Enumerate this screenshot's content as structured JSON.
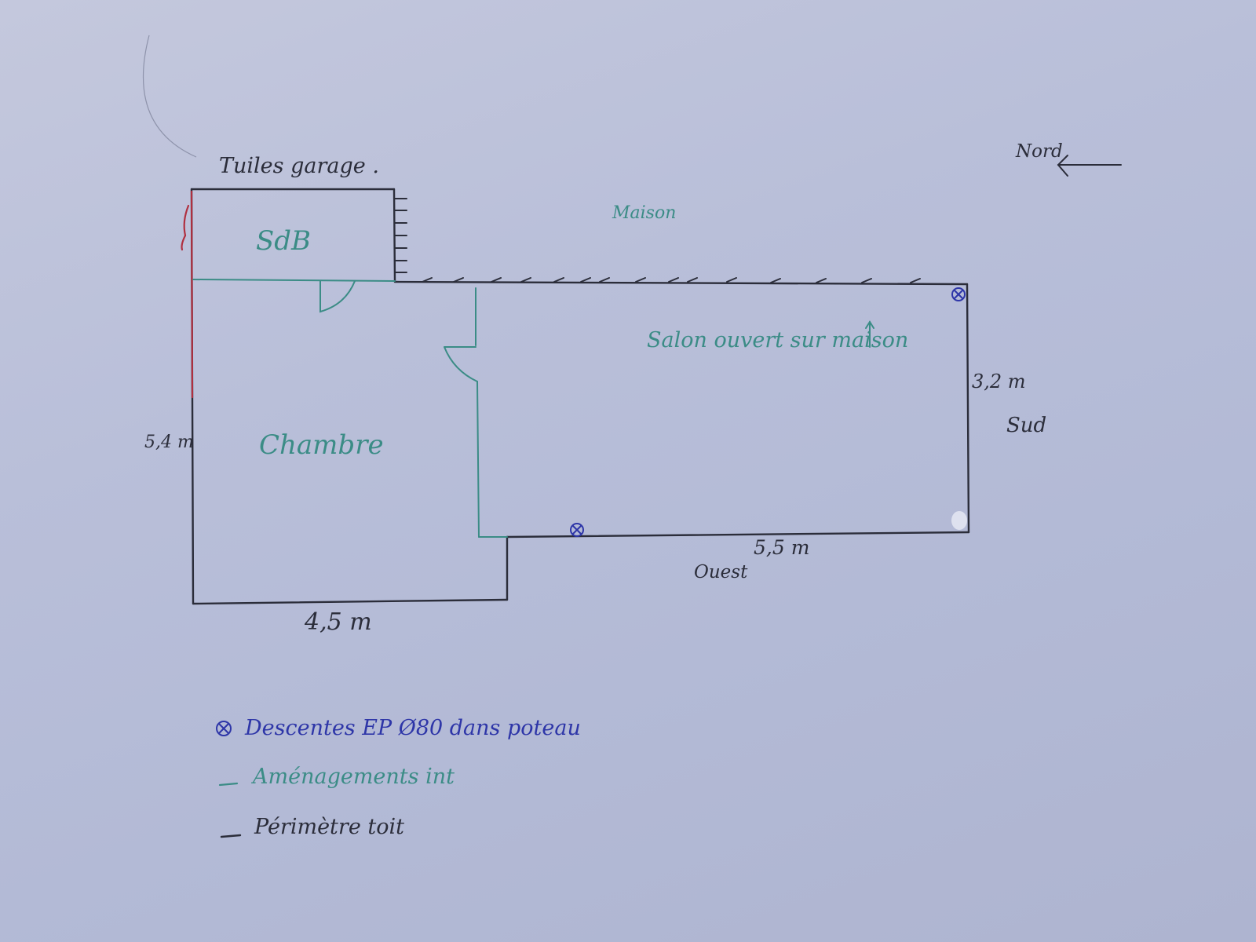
{
  "labels": {
    "tuiles_garage": "Tuiles garage .",
    "maison": "Maison",
    "nord": "Nord",
    "sud": "Sud",
    "ouest": "Ouest",
    "sdb": "SdB",
    "salon": "Salon ouvert sur maison",
    "chambre": "Chambre"
  },
  "dimensions": {
    "height_left": "5,4 m",
    "width_bottom": "4,5 m",
    "height_right": "3,2 m",
    "width_salon": "5,5 m"
  },
  "legend": {
    "descentes": "Descentes EP Ø80 dans poteau",
    "amenagements": "Aménagements int",
    "perimetre": "Périmètre toit"
  },
  "colors": {
    "perimeter": "#2b2d3a",
    "interior": "#3b8c86",
    "downspout": "#2e36a8",
    "wall_marker": "#b03040"
  },
  "icons": {
    "downspout": "circled-x-icon",
    "north_arrow": "arrow-left-icon"
  }
}
